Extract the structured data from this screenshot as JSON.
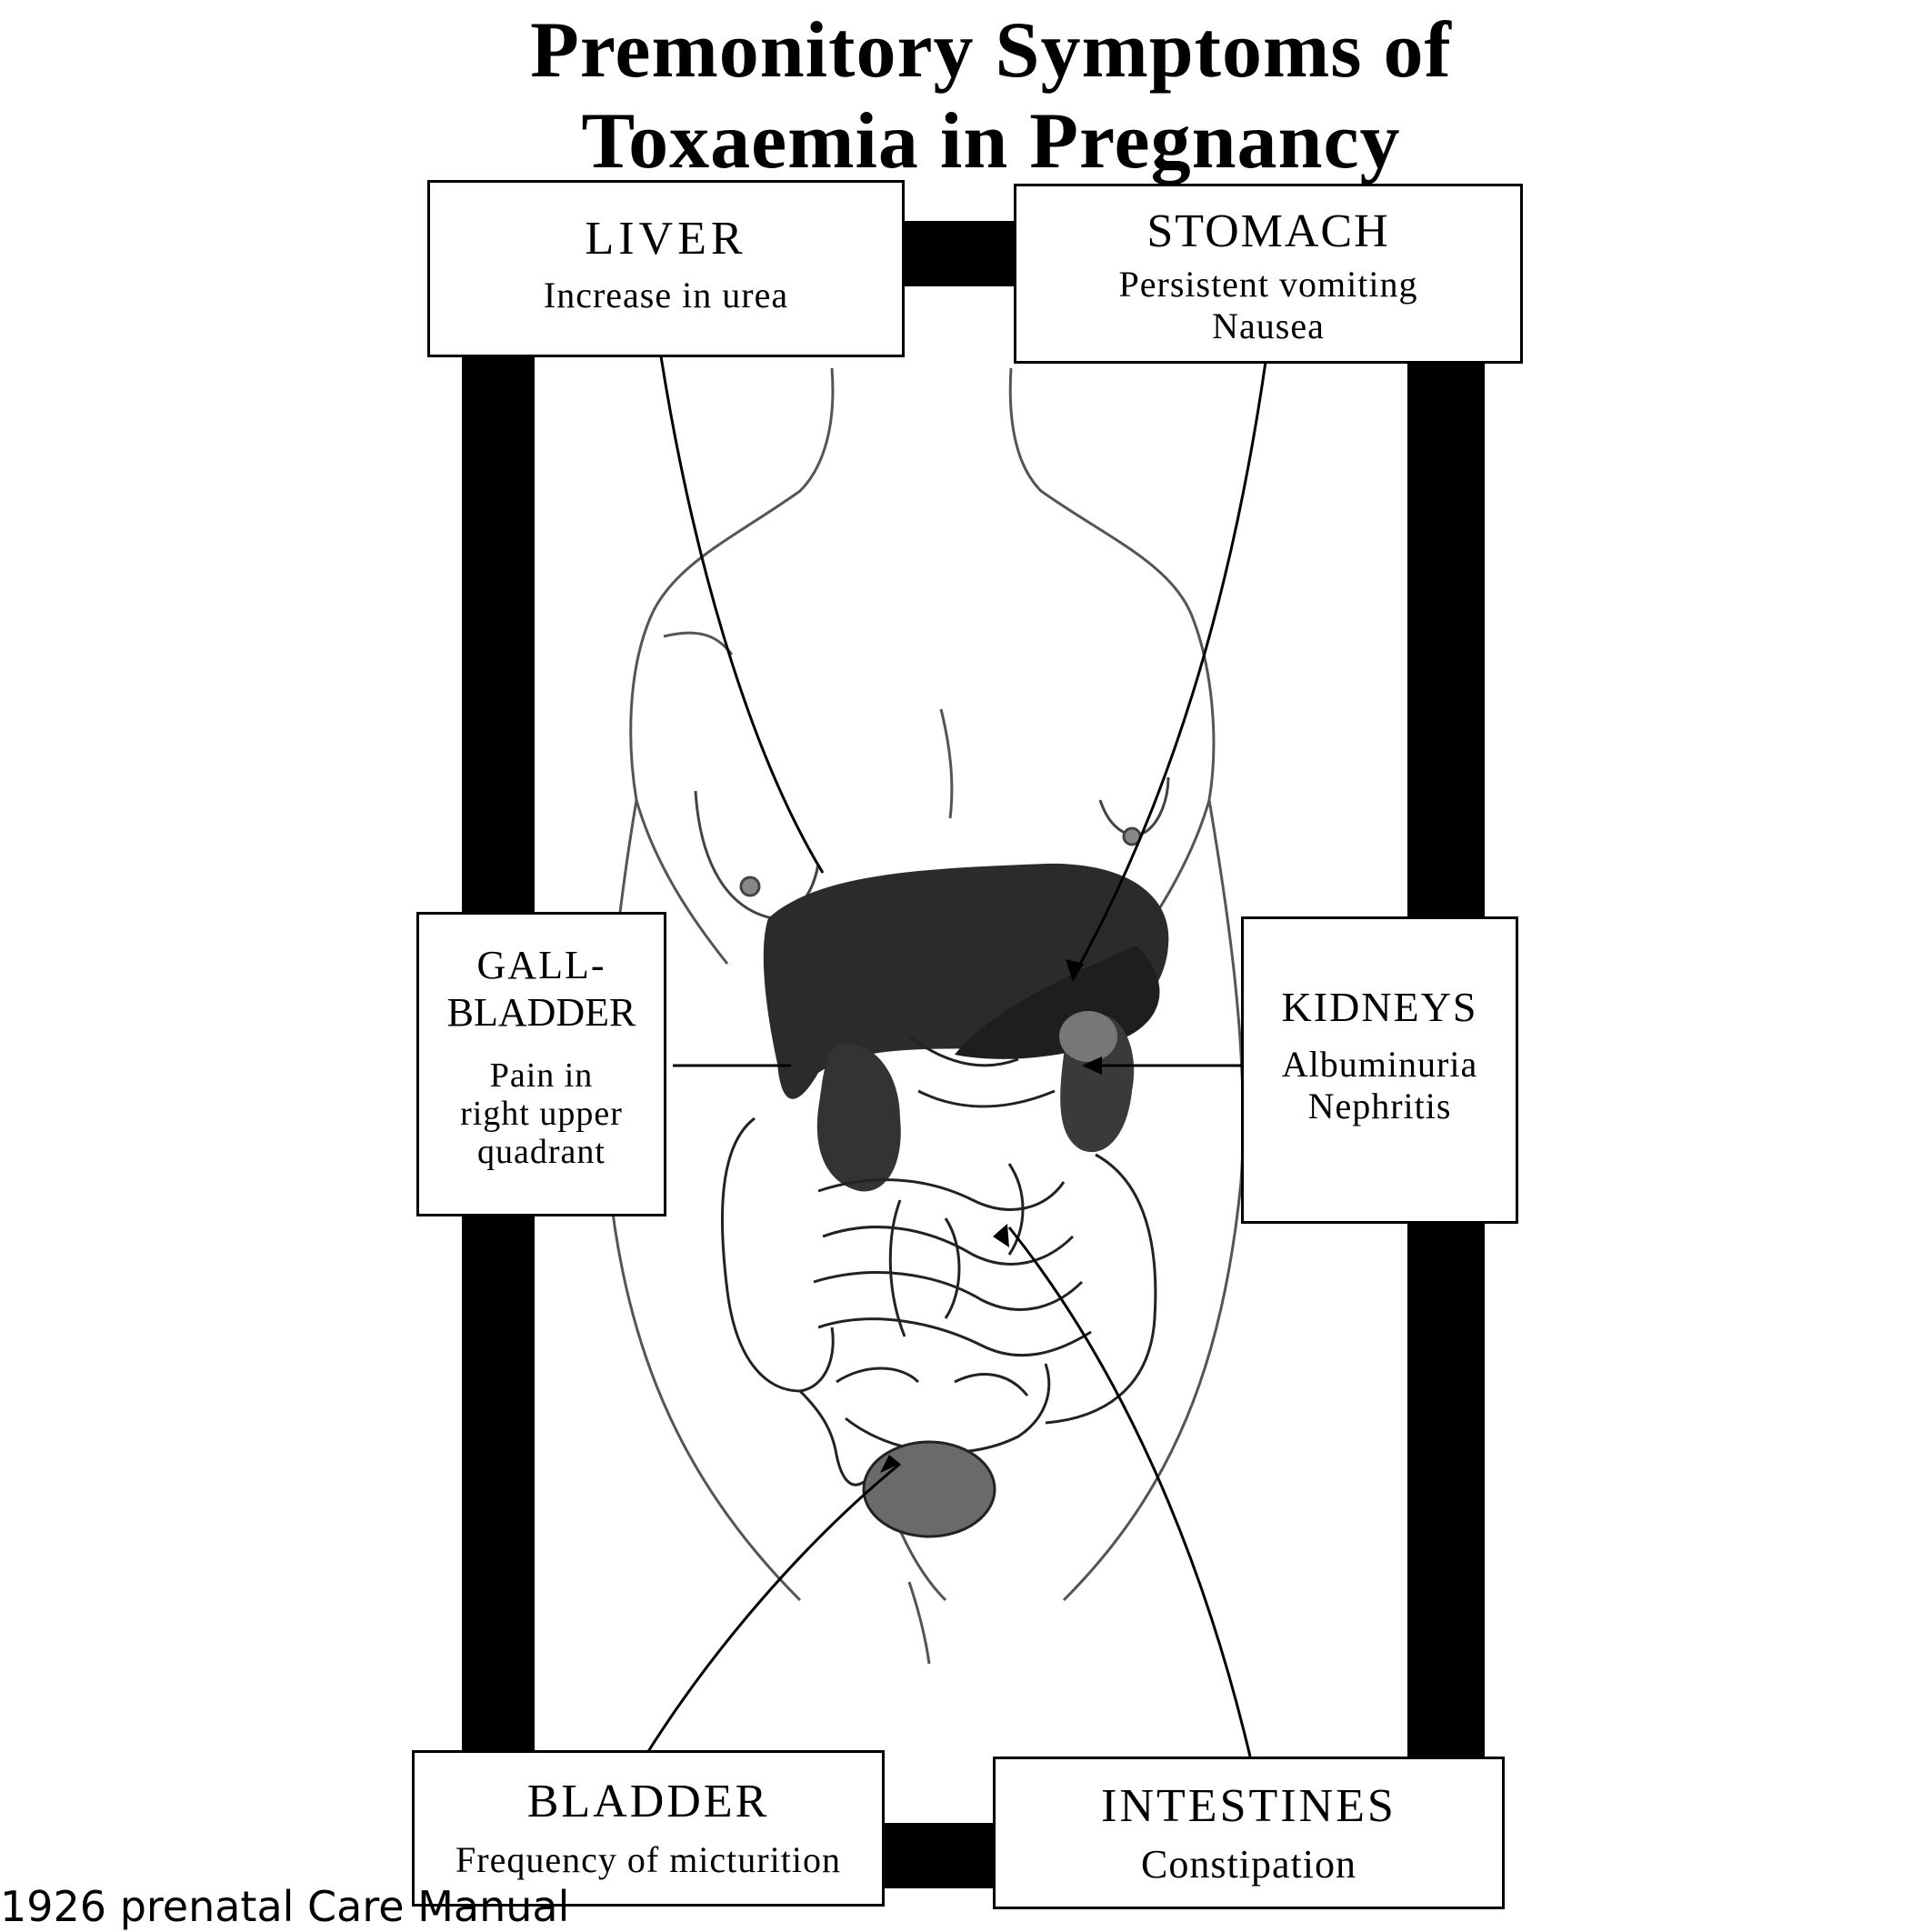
{
  "title": {
    "line1": "Premonitory Symptoms of",
    "line2": "Toxaemia in Pregnancy"
  },
  "boxes": {
    "liver": {
      "organ": "LIVER",
      "symptoms": [
        "Increase in urea"
      ]
    },
    "stomach": {
      "organ": "STOMACH",
      "symptoms": [
        "Persistent vomiting",
        "Nausea"
      ]
    },
    "gallbladder": {
      "organ_lines": [
        "GALL-",
        "BLADDER"
      ],
      "symptoms": [
        "Pain in",
        "right upper",
        "quadrant"
      ]
    },
    "kidneys": {
      "organ": "KIDNEYS",
      "symptoms": [
        "Albuminuria",
        "Nephritis"
      ]
    },
    "bladder": {
      "organ": "BLADDER",
      "symptoms": [
        "Frequency of micturition"
      ]
    },
    "intestines": {
      "organ": "INTESTINES",
      "symptoms": [
        "Constipation"
      ]
    }
  },
  "caption": "1926 prenatal Care Manual",
  "colors": {
    "ink": "#000000",
    "organ_dark": "#2b2b2b",
    "bladder_fill": "#6a6a6a",
    "paper": "#ffffff"
  }
}
